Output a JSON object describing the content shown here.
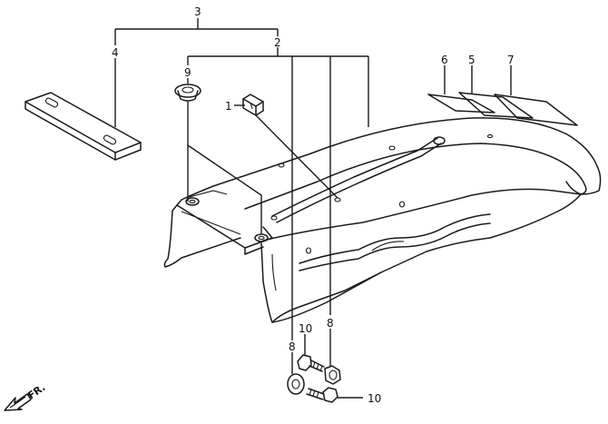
{
  "callouts": {
    "c1": "1",
    "c2": "2",
    "c3": "3",
    "c4": "4",
    "c5": "5",
    "c6": "6",
    "c7": "7",
    "c8a": "8",
    "c8b": "8",
    "c9": "9",
    "c10a": "10",
    "c10b": "10"
  },
  "direction": {
    "label": "FR."
  }
}
